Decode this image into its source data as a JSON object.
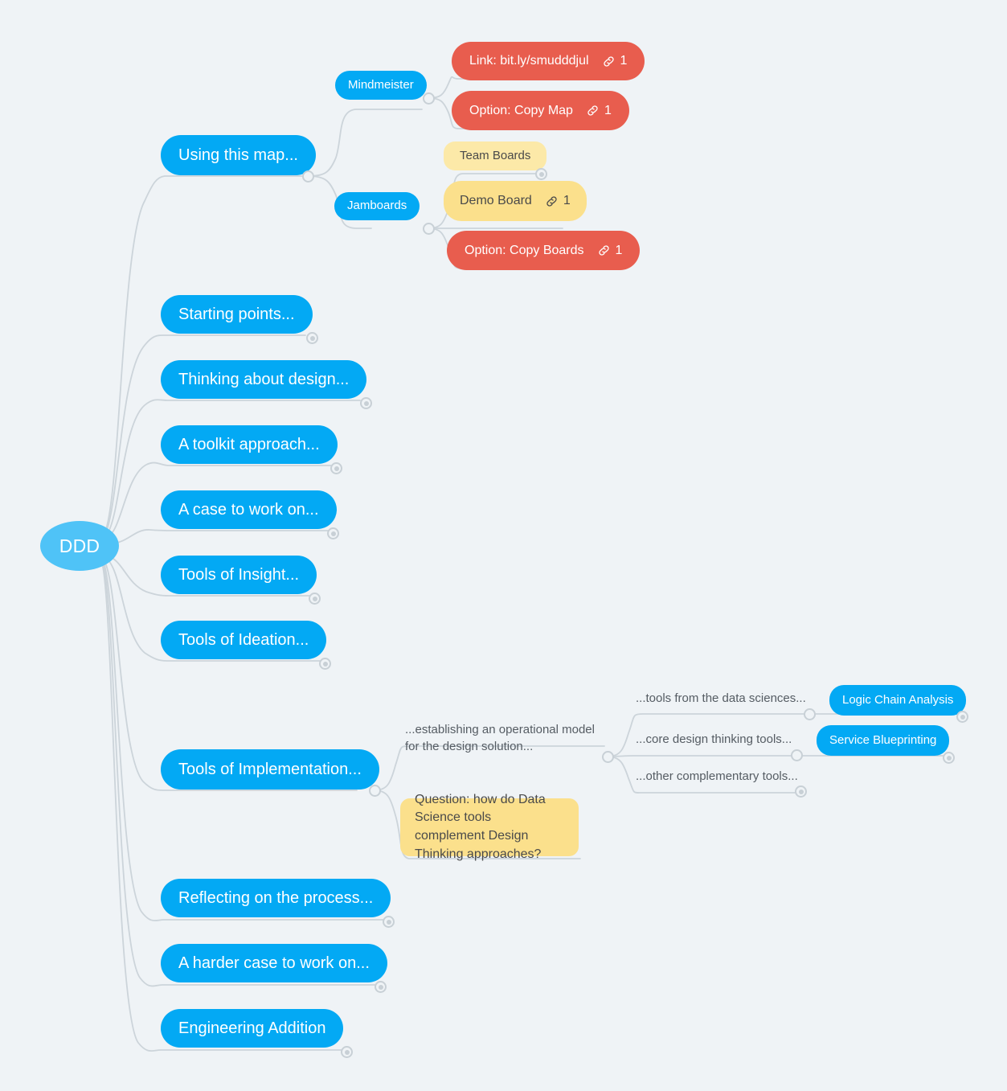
{
  "app": {
    "title": "DDD Mind Map",
    "background_color": "#eff3f6",
    "edge_color": "#ccd4da"
  },
  "colors": {
    "root": "#4fc3f7",
    "branch_blue": "#03a9f4",
    "accent_red": "#e85d4e",
    "accent_yellow": "#fbe08c",
    "accent_yellow_soft": "#fce9a8",
    "text_dark": "#4a4a4a",
    "text_muted": "#555c63",
    "connector": "#c8d0d6"
  },
  "root": {
    "label": "DDD"
  },
  "branches": {
    "using_this_map": {
      "label": "Using this map...",
      "children": {
        "mindmeister": {
          "label": "Mindmeister",
          "children": [
            {
              "label": "Link: bit.ly/smudddjul",
              "link_count": "1",
              "icon": "link-icon"
            },
            {
              "label": "Option: Copy Map",
              "link_count": "1",
              "icon": "link-icon"
            }
          ]
        },
        "jamboards": {
          "label": "Jamboards",
          "children": [
            {
              "label": "Team Boards"
            },
            {
              "label": "Demo Board",
              "link_count": "1",
              "icon": "link-icon"
            },
            {
              "label": "Option: Copy Boards",
              "link_count": "1",
              "icon": "link-icon"
            }
          ]
        }
      }
    },
    "starting_points": {
      "label": "Starting points..."
    },
    "thinking_about_design": {
      "label": "Thinking about design..."
    },
    "toolkit_approach": {
      "label": "A toolkit approach..."
    },
    "case_to_work_on": {
      "label": "A case to work on..."
    },
    "tools_of_insight": {
      "label": "Tools of Insight..."
    },
    "tools_of_ideation": {
      "label": "Tools of Ideation..."
    },
    "tools_of_implementation": {
      "label": "Tools of Implementation...",
      "children": {
        "operational_model": {
          "label": "...establishing an operational model for the design solution...",
          "children": [
            {
              "label": "...tools from the data sciences...",
              "leaf": "Logic Chain Analysis"
            },
            {
              "label": "...core design thinking tools...",
              "leaf": "Service Blueprinting"
            },
            {
              "label": "...other complementary tools..."
            }
          ]
        },
        "question_note": {
          "label": "Question: how do Data Science tools complement Design Thinking approaches?"
        }
      }
    },
    "reflecting_on_process": {
      "label": "Reflecting on the process..."
    },
    "harder_case": {
      "label": "A harder case to work on..."
    },
    "engineering_addition": {
      "label": "Engineering Addition"
    }
  }
}
